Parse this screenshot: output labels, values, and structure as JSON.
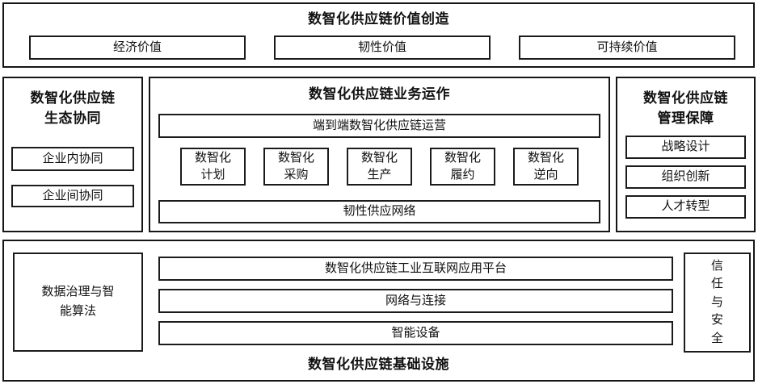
{
  "colors": {
    "border": "#151515",
    "background": "#ffffff",
    "text": "#111111"
  },
  "value_creation": {
    "title": "数智化供应链价值创造",
    "items": [
      "经济价值",
      "韧性价值",
      "可持续价值"
    ]
  },
  "ecosystem_synergy": {
    "title_line1": "数智化供应链",
    "title_line2": "生态协同",
    "items": [
      "企业内协同",
      "企业间协同"
    ]
  },
  "business_operation": {
    "title": "数智化供应链业务运作",
    "end_to_end": "端到端数智化供应链运营",
    "processes": [
      {
        "line1": "数智化",
        "line2": "计划"
      },
      {
        "line1": "数智化",
        "line2": "采购"
      },
      {
        "line1": "数智化",
        "line2": "生产"
      },
      {
        "line1": "数智化",
        "line2": "履约"
      },
      {
        "line1": "数智化",
        "line2": "逆向"
      }
    ],
    "resilient_network": "韧性供应网络"
  },
  "management_support": {
    "title_line1": "数智化供应链",
    "title_line2": "管理保障",
    "items": [
      "战略设计",
      "组织创新",
      "人才转型"
    ]
  },
  "infrastructure": {
    "title": "数智化供应链基础设施",
    "data_governance": "数据治理与智能算法",
    "layers": [
      "数智化供应链工业互联网应用平台",
      "网络与连接",
      "智能设备"
    ],
    "trust_security": "信任与安全"
  }
}
